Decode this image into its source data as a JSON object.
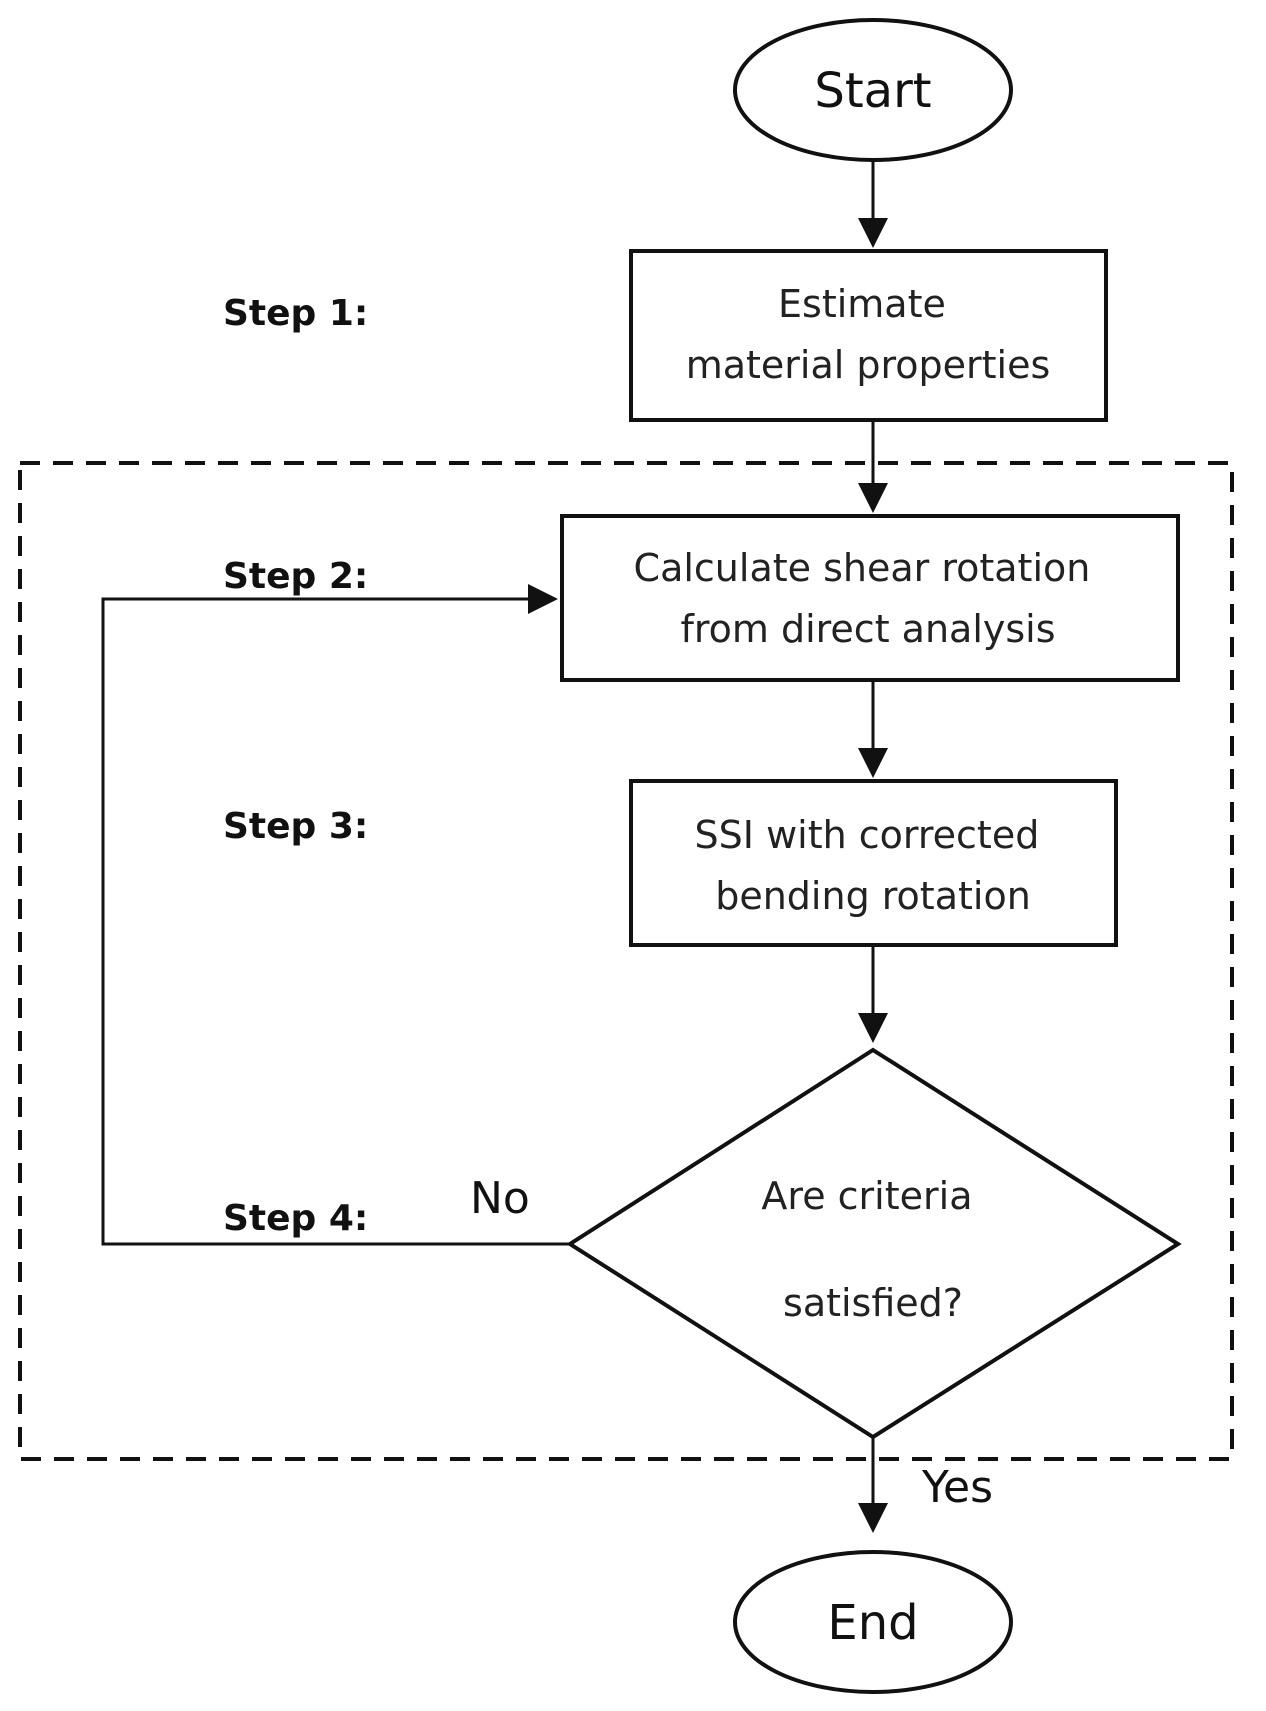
{
  "steps": {
    "step1": "Step 1:",
    "step2": "Step 2:",
    "step3": "Step 3:",
    "step4": "Step 4:"
  },
  "nodes": {
    "start": "Start",
    "estimate": [
      "Estimate",
      "material properties"
    ],
    "calculate": [
      "Calculate shear rotation",
      "from direct analysis"
    ],
    "ssi": [
      "SSI with corrected",
      "bending rotation"
    ],
    "decision": [
      "Are criteria",
      "satisfied?"
    ],
    "end": "End"
  },
  "branches": {
    "no": "No",
    "yes": "Yes"
  },
  "colors": {
    "stroke": "#111111",
    "text": "#222222",
    "background": "#ffffff"
  }
}
